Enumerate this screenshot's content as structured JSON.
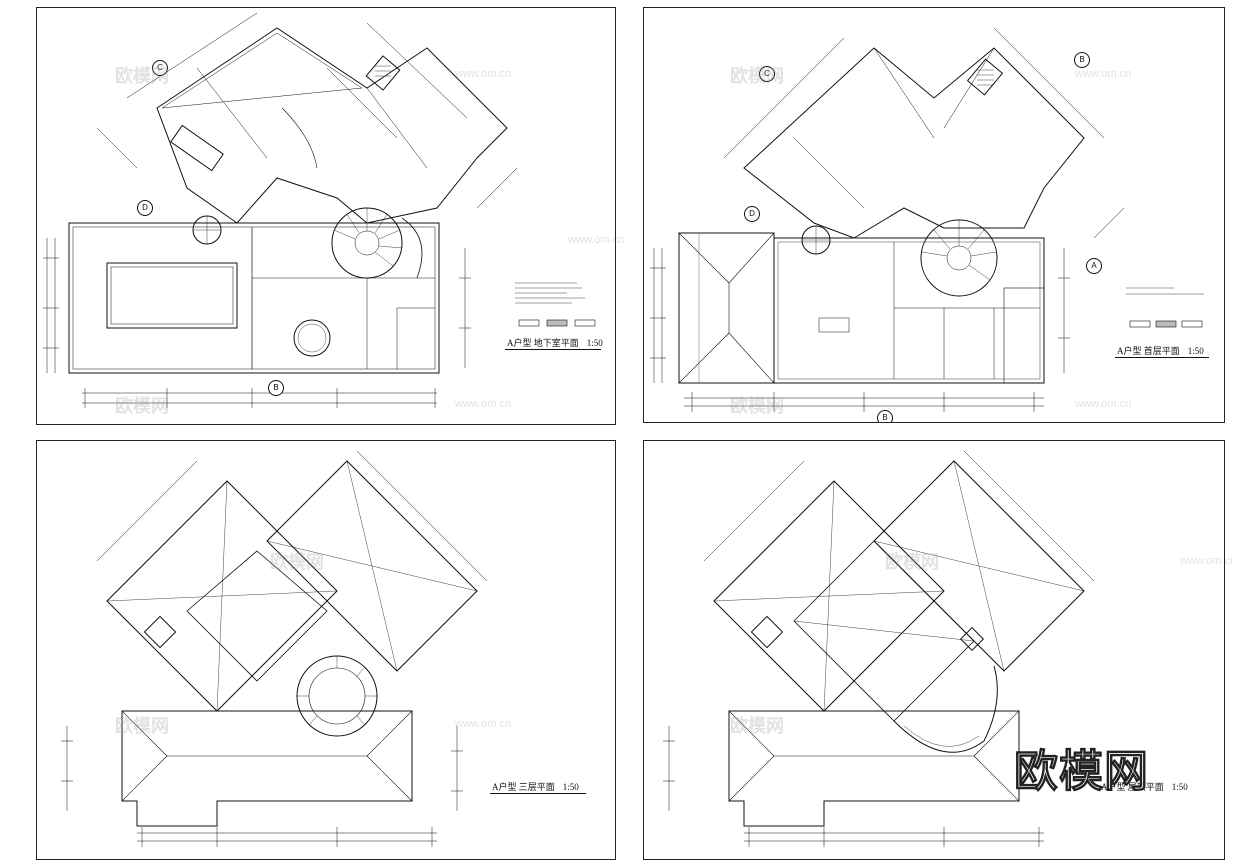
{
  "sheets": [
    {
      "id": "basement",
      "title": "A户型 地下室平面",
      "scale": "1:50"
    },
    {
      "id": "first-floor",
      "title": "A户型 首层平面",
      "scale": "1:50"
    },
    {
      "id": "third-floor",
      "title": "A户型 三层平面",
      "scale": "1:50"
    },
    {
      "id": "roof",
      "title": "A户型 屋顶平面",
      "scale": "1:50"
    }
  ],
  "axis_labels": {
    "basement": [
      "C",
      "D",
      "B"
    ],
    "first": [
      "C",
      "B",
      "D",
      "A",
      "B"
    ]
  },
  "watermark": {
    "brand": "欧模网",
    "url": "www.om.cn"
  },
  "colors": {
    "line": "#111111",
    "sheet_border": "#222222",
    "watermark": "#969696"
  }
}
